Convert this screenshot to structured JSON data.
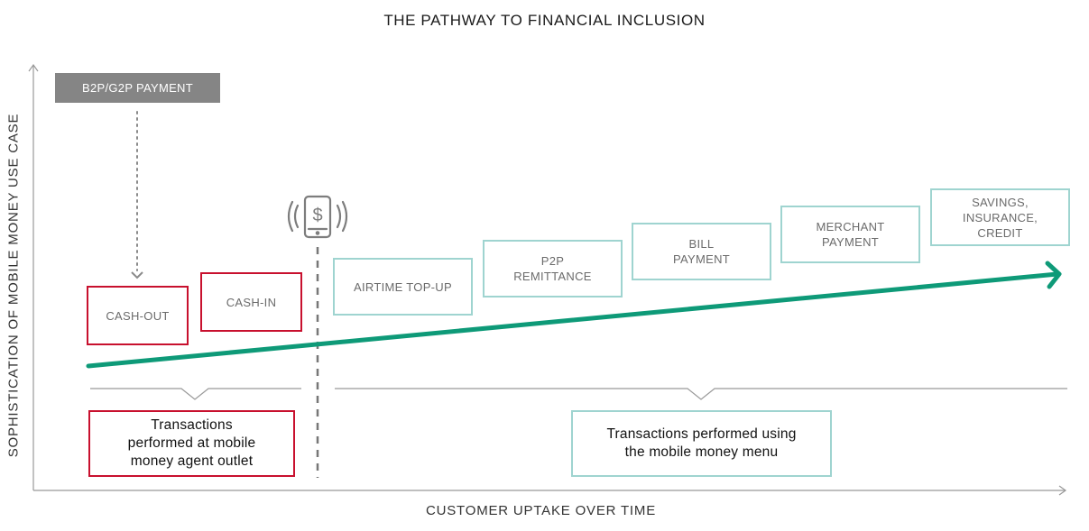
{
  "title": "THE PATHWAY TO FINANCIAL INCLUSION",
  "y_axis_label": "SOPHISTICATION OF MOBILE MONEY USE CASE",
  "x_axis_label": "CUSTOMER UPTAKE OVER TIME",
  "top_tag": "B2P/G2P PAYMENT",
  "agent_use_cases": [
    "CASH-OUT",
    "CASH-IN"
  ],
  "menu_use_cases": [
    [
      "AIRTIME TOP-UP"
    ],
    [
      "P2P",
      "REMITTANCE"
    ],
    [
      "BILL",
      "PAYMENT"
    ],
    [
      "MERCHANT",
      "PAYMENT"
    ],
    [
      "SAVINGS,",
      "INSURANCE,",
      "CREDIT"
    ]
  ],
  "captions": {
    "agent": [
      "Transactions",
      "performed at mobile",
      "money agent outlet"
    ],
    "menu": [
      "Transactions performed using",
      "the mobile money menu"
    ]
  },
  "icons": [
    "mobile-phone-dollar-icon",
    "trend-arrow",
    "dotted-down-arrow"
  ],
  "colors": {
    "agent_border": "#c8102e",
    "menu_border": "#9fd4d0",
    "trend_arrow": "#0e9a78",
    "tag_background": "#858585"
  }
}
